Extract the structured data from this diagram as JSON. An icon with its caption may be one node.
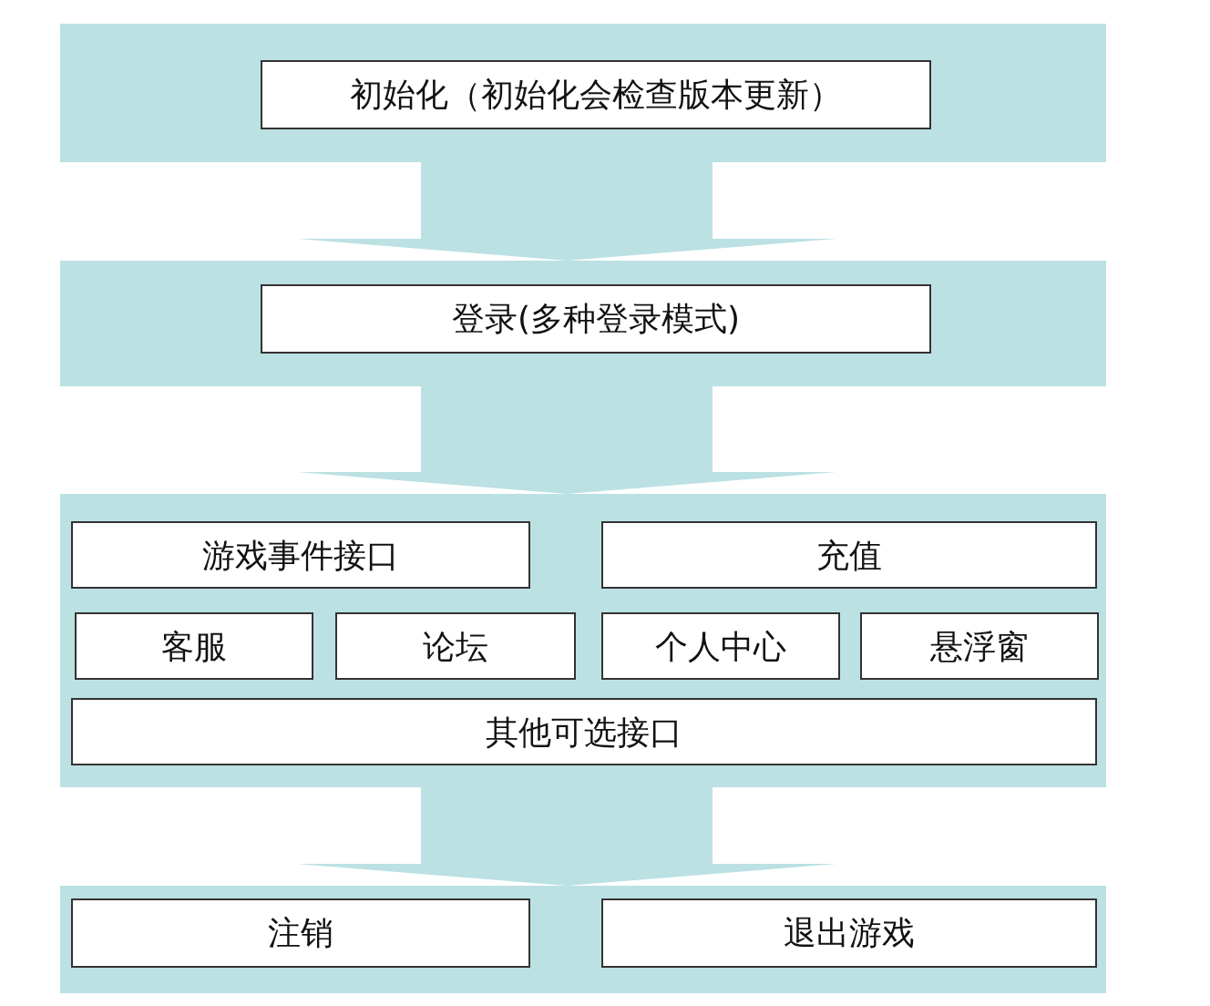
{
  "diagram": {
    "nodes": [
      {
        "text": [],
        "shape": "band"
      },
      {
        "text": [
          "初始化（初始化会检查版本更新）"
        ],
        "in": 0
      },
      {
        "text": [],
        "shape": "band"
      },
      {
        "text": [
          "登录(多种登录模式)"
        ],
        "in": 2
      },
      {
        "text": [],
        "shape": "band"
      },
      {
        "text": [
          "游戏事件接口"
        ],
        "in": 4
      },
      {
        "text": [
          "充值"
        ],
        "in": 4
      },
      {
        "text": [
          "客服"
        ],
        "in": 4
      },
      {
        "text": [
          "论坛"
        ],
        "in": 4
      },
      {
        "text": [
          "个人中心"
        ],
        "in": 4
      },
      {
        "text": [
          "悬浮窗"
        ],
        "in": 4
      },
      {
        "text": [
          "其他可选接口"
        ],
        "in": 4
      },
      {
        "text": [],
        "shape": "band"
      },
      {
        "text": [
          "注销"
        ],
        "in": 12
      },
      {
        "text": [
          "退出游戏"
        ],
        "in": 12
      }
    ],
    "edges": [
      {
        "from": 0,
        "to": 2,
        "arrow": "to"
      },
      {
        "from": 2,
        "to": 4,
        "arrow": "to"
      },
      {
        "from": 4,
        "to": 12,
        "arrow": "to"
      }
    ]
  }
}
